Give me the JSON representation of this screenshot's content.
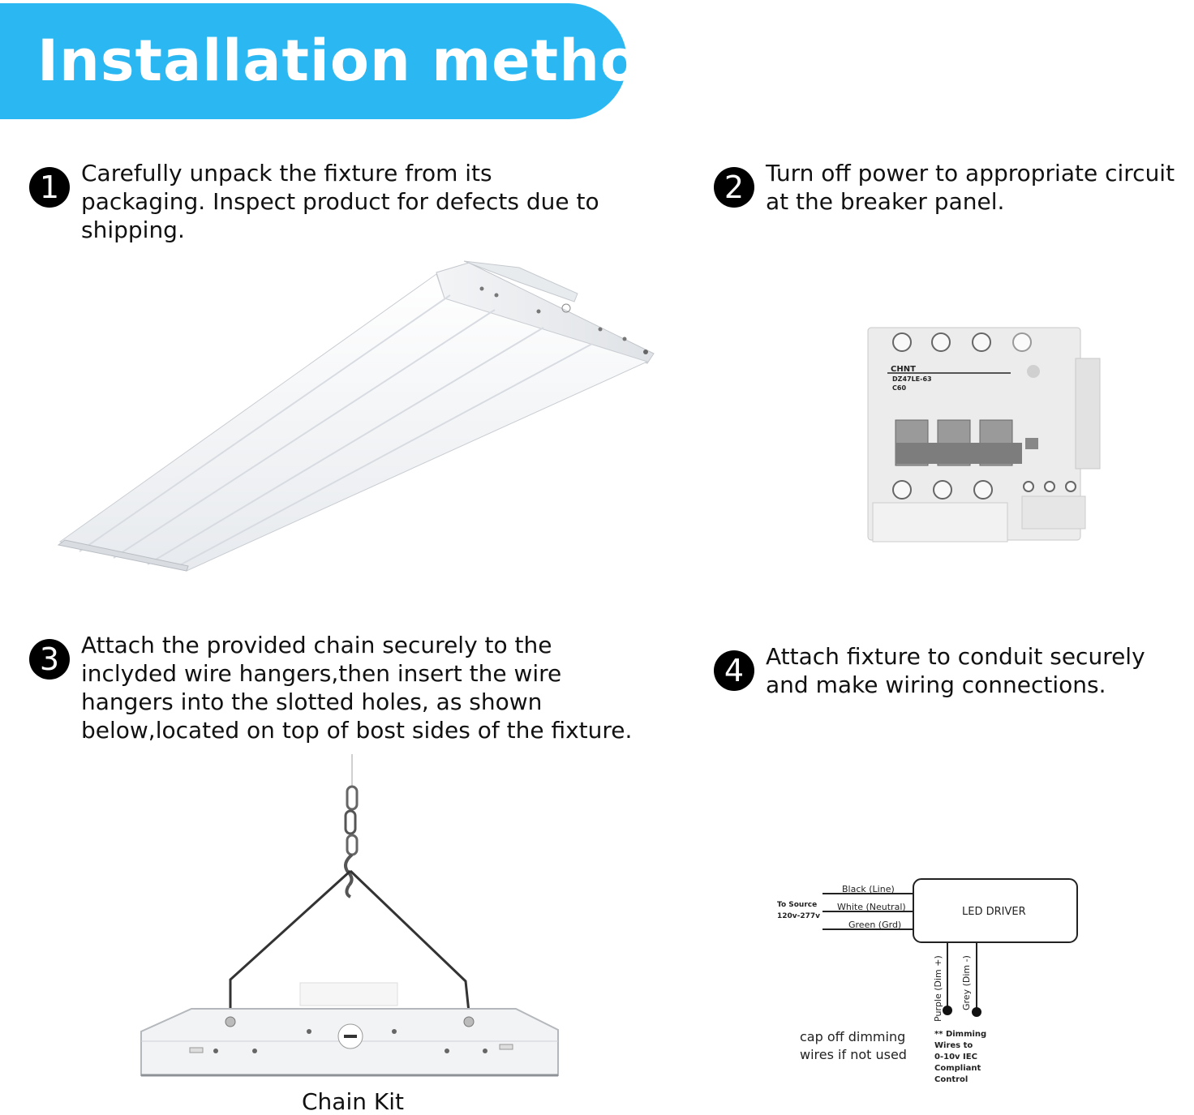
{
  "banner": {
    "title": "Installation method",
    "color": "#2bb8f2"
  },
  "steps": [
    {
      "number": "1",
      "text": "Carefully unpack the fixture from its packaging. Inspect product for defects due to shipping."
    },
    {
      "number": "2",
      "text": "Turn off power to appropriate circuit at the breaker panel."
    },
    {
      "number": "3",
      "text": "Attach the provided chain securely to the inclyded wire hangers,then insert the wire hangers into the slotted holes, as shown below,located on top of bost sides of the fixture."
    },
    {
      "number": "4",
      "text": "Attach fixture to conduit securely and make wiring connections."
    }
  ],
  "breaker": {
    "brand": "CHNT",
    "model": "DZ47LE-63",
    "rating": "C60"
  },
  "chain_kit": {
    "caption": "Chain Kit"
  },
  "wiring": {
    "source_label": "To Source",
    "voltage": "120v-277v",
    "wire_black": "Black (Line)",
    "wire_white": "White (Neutral)",
    "wire_green": "Green (Grd)",
    "driver_label": "LED DRIVER",
    "wire_purple": "Purple (Dim +)",
    "wire_grey": "Grey (Dim -)",
    "cap_note_1": "cap off dimming",
    "cap_note_2": "wires if not used",
    "dim_note_1": "** Dimming",
    "dim_note_2": "Wires to",
    "dim_note_3": "0-10v IEC",
    "dim_note_4": "Compliant",
    "dim_note_5": "Control"
  }
}
